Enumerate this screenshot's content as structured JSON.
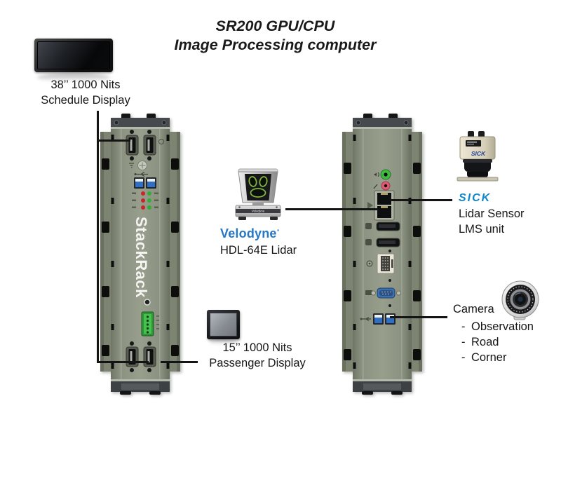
{
  "title": {
    "line1": "SR200 GPU/CPU",
    "line2": "Image Processing computer"
  },
  "schedule_display": {
    "label_line1": "38’’ 1000 Nits",
    "label_line2": "Schedule Display"
  },
  "passenger_display": {
    "label_line1": "15’’ 1000 Nits",
    "label_line2": "Passenger Display"
  },
  "velodyne": {
    "brand": "Velodyne",
    "brand_mark": "·",
    "model": "HDL-64E Lidar",
    "device_logo": "Velodyne"
  },
  "sick": {
    "brand": "SICK",
    "label_line1": "Lidar Sensor",
    "label_line2": "LMS unit",
    "device_logo": "SICK"
  },
  "camera": {
    "title": "Camera",
    "bullet": "-",
    "items": [
      "Observation",
      "Road",
      "Corner"
    ]
  },
  "left_rack": {
    "brand": "StackRack"
  },
  "colors": {
    "velodyne_brand": "#2577c8",
    "sick_brand": "#0f86c8",
    "rack_body": "#8b9181",
    "connector_line": "#141414",
    "usb_blue": "#2f6fc4",
    "led_red": "#c9262a",
    "led_green": "#2fae3a",
    "terminal_green": "#2e9636",
    "audio_lineout_green": "#3fbb42",
    "audio_mic_pink": "#e05a74",
    "vga_blue": "#3c70ae"
  }
}
